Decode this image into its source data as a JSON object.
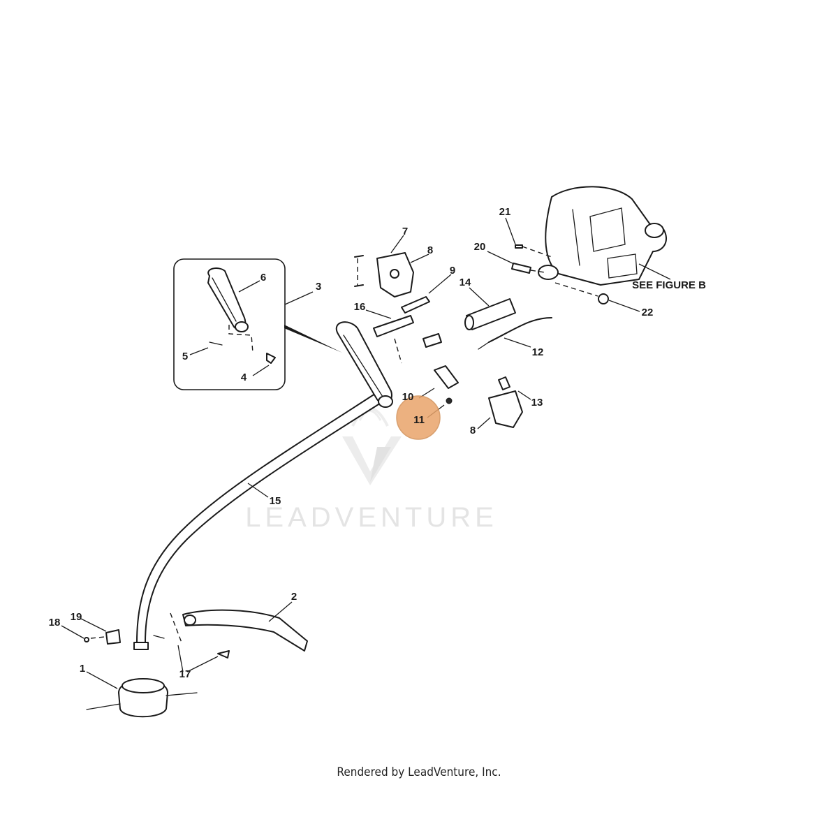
{
  "diagram": {
    "callouts": [
      {
        "id": "c1",
        "label": "1"
      },
      {
        "id": "c2",
        "label": "2"
      },
      {
        "id": "c3",
        "label": "3"
      },
      {
        "id": "c4",
        "label": "4"
      },
      {
        "id": "c5",
        "label": "5"
      },
      {
        "id": "c6",
        "label": "6"
      },
      {
        "id": "c7",
        "label": "7"
      },
      {
        "id": "c8a",
        "label": "8"
      },
      {
        "id": "c8b",
        "label": "8"
      },
      {
        "id": "c9",
        "label": "9"
      },
      {
        "id": "c10",
        "label": "10"
      },
      {
        "id": "c11",
        "label": "11"
      },
      {
        "id": "c12",
        "label": "12"
      },
      {
        "id": "c13",
        "label": "13"
      },
      {
        "id": "c14",
        "label": "14"
      },
      {
        "id": "c15",
        "label": "15"
      },
      {
        "id": "c16",
        "label": "16"
      },
      {
        "id": "c17",
        "label": "17"
      },
      {
        "id": "c18",
        "label": "18"
      },
      {
        "id": "c19",
        "label": "19"
      },
      {
        "id": "c20",
        "label": "20"
      },
      {
        "id": "c21",
        "label": "21"
      },
      {
        "id": "c22",
        "label": "22"
      }
    ],
    "see_figure_label": "SEE FIGURE B",
    "highlighted_callout": "11",
    "highlight_color": "#e9a46a"
  },
  "watermark": {
    "text": "LEADVENTURE"
  },
  "footer": {
    "caption": "Rendered by LeadVenture, Inc."
  }
}
